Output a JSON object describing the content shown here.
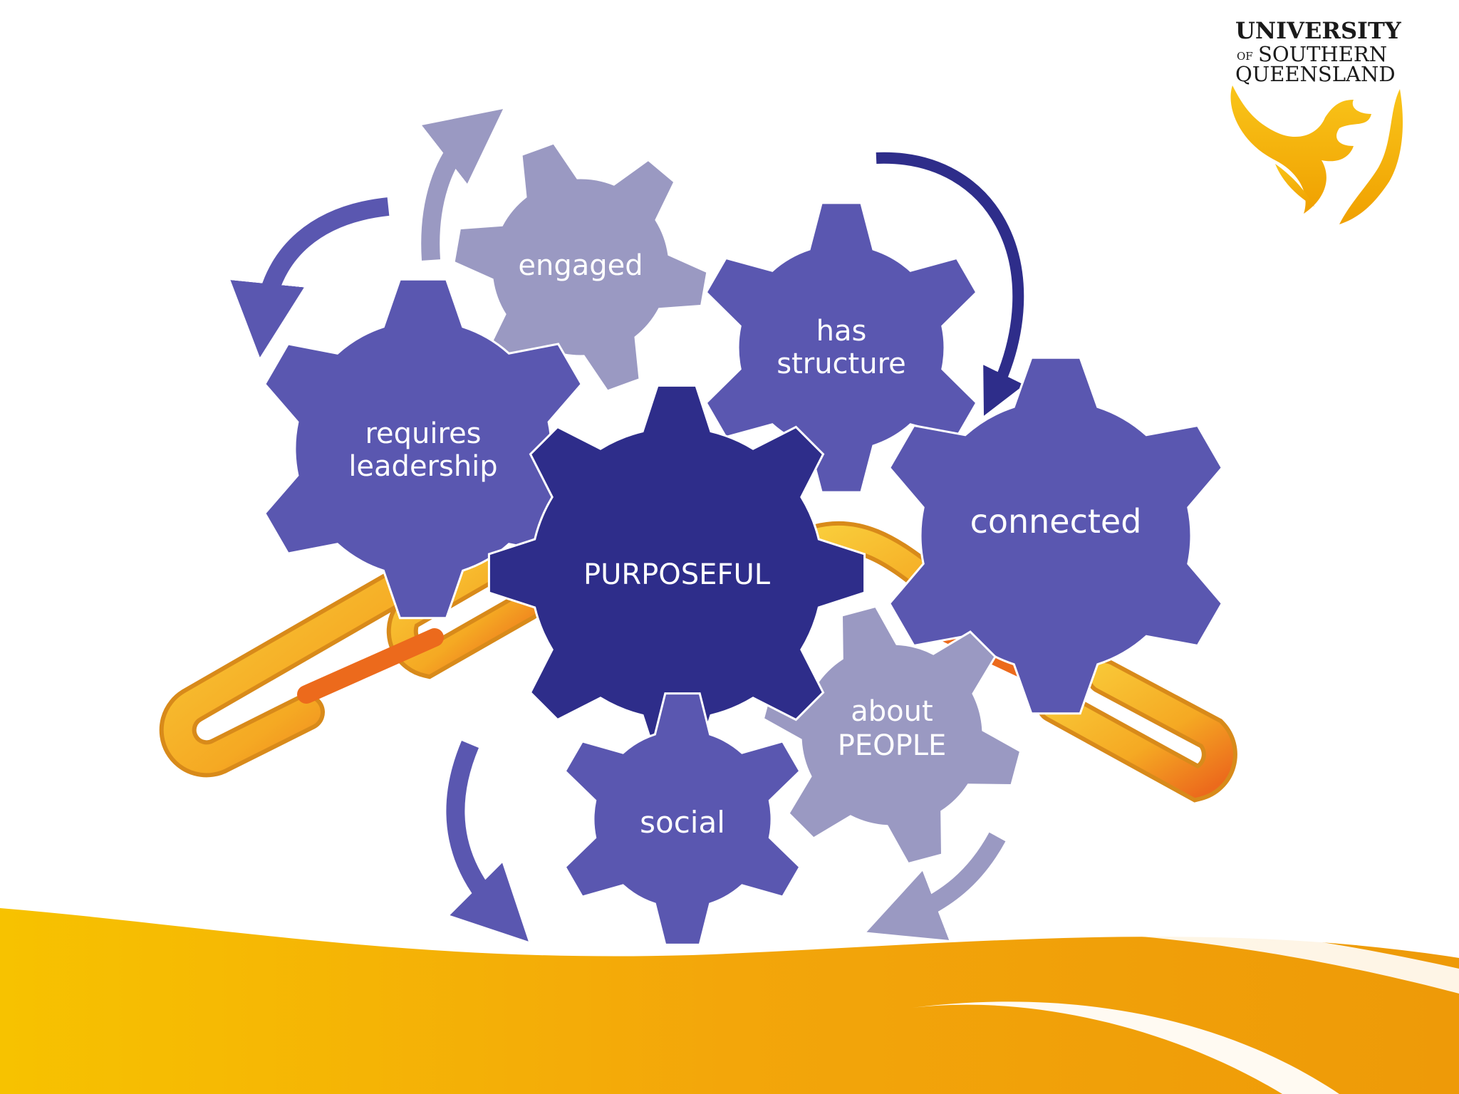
{
  "logo": {
    "line1": "UNIVERSITY",
    "line2_prefix": "OF",
    "line2": "SOUTHERN",
    "line3": "QUEENSLAND",
    "emblem": "phoenix-icon"
  },
  "diagram": {
    "center": "PURPOSEFUL",
    "gears": [
      {
        "id": "engaged",
        "lines": [
          "engaged"
        ]
      },
      {
        "id": "has-structure",
        "lines": [
          "has",
          "structure"
        ]
      },
      {
        "id": "requires-leadership",
        "lines": [
          "requires",
          "leadership"
        ]
      },
      {
        "id": "connected",
        "lines": [
          "connected"
        ]
      },
      {
        "id": "about-people",
        "lines": [
          "about",
          "PEOPLE"
        ]
      },
      {
        "id": "social",
        "lines": [
          "social"
        ]
      }
    ]
  },
  "colors": {
    "gear_dark": "#2e2d8a",
    "gear_mid": "#5a57b0",
    "gear_light": "#9a99c2",
    "chain_orange": "#f5b520",
    "wave_gold": "#f3a60a",
    "arrow_navy": "#2e2d8a"
  }
}
